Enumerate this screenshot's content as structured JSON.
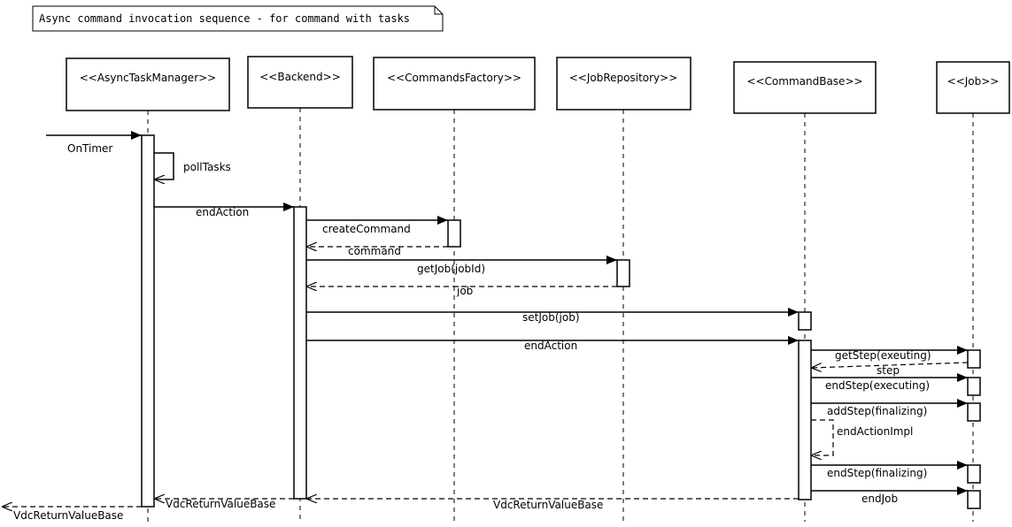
{
  "title": "Async command invocation sequence - for command with tasks",
  "participants": [
    {
      "id": "atm",
      "name": "<<AsyncTaskManager>>"
    },
    {
      "id": "backend",
      "name": "<<Backend>>"
    },
    {
      "id": "factory",
      "name": "<<CommandsFactory>>"
    },
    {
      "id": "jobrepo",
      "name": "<<JobRepository>>"
    },
    {
      "id": "cmdbase",
      "name": "<<CommandBase>>"
    },
    {
      "id": "job",
      "name": "<<Job>>"
    }
  ],
  "messages": [
    {
      "id": "m1",
      "from": "external",
      "to": "atm",
      "label": "OnTimer",
      "kind": "call"
    },
    {
      "id": "m2",
      "from": "atm",
      "to": "atm",
      "label": "pollTasks",
      "kind": "self"
    },
    {
      "id": "m3",
      "from": "atm",
      "to": "backend",
      "label": "endAction",
      "kind": "call"
    },
    {
      "id": "m4",
      "from": "backend",
      "to": "factory",
      "label": "createCommand",
      "kind": "call"
    },
    {
      "id": "m5",
      "from": "factory",
      "to": "backend",
      "label": "command",
      "kind": "return"
    },
    {
      "id": "m6",
      "from": "backend",
      "to": "jobrepo",
      "label": "getJob(jobId)",
      "kind": "call"
    },
    {
      "id": "m7",
      "from": "jobrepo",
      "to": "backend",
      "label": "job",
      "kind": "return"
    },
    {
      "id": "m8",
      "from": "backend",
      "to": "cmdbase",
      "label": "setJob(job)",
      "kind": "call"
    },
    {
      "id": "m9",
      "from": "backend",
      "to": "cmdbase",
      "label": "endAction",
      "kind": "call"
    },
    {
      "id": "m10",
      "from": "cmdbase",
      "to": "job",
      "label": "getStep(exeuting)",
      "kind": "call"
    },
    {
      "id": "m11",
      "from": "job",
      "to": "cmdbase",
      "label": "step",
      "kind": "return"
    },
    {
      "id": "m12",
      "from": "cmdbase",
      "to": "job",
      "label": "endStep(executing)",
      "kind": "call"
    },
    {
      "id": "m13",
      "from": "cmdbase",
      "to": "job",
      "label": "addStep(finalizing)",
      "kind": "call"
    },
    {
      "id": "m14",
      "from": "cmdbase",
      "to": "cmdbase",
      "label": "endActionImpl",
      "kind": "self-return"
    },
    {
      "id": "m15",
      "from": "cmdbase",
      "to": "job",
      "label": "endStep(finalizing)",
      "kind": "call"
    },
    {
      "id": "m16",
      "from": "cmdbase",
      "to": "job",
      "label": "endJob",
      "kind": "call"
    },
    {
      "id": "m17",
      "from": "cmdbase",
      "to": "backend",
      "label": "VdcReturnValueBase",
      "kind": "return"
    },
    {
      "id": "m18",
      "from": "backend",
      "to": "atm",
      "label": "VdcReturnValueBase",
      "kind": "return"
    },
    {
      "id": "m19",
      "from": "atm",
      "to": "external",
      "label": "VdcReturnValueBase",
      "kind": "return"
    }
  ]
}
